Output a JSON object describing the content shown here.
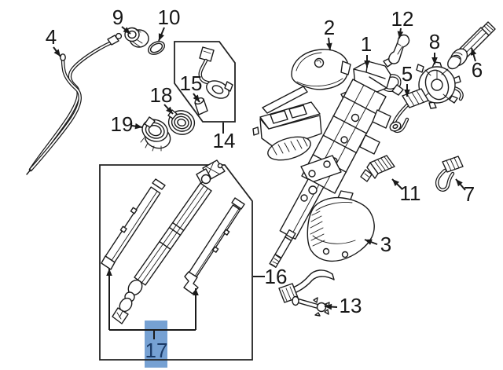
{
  "colors": {
    "background": "#ffffff",
    "line": "#1a1a1a",
    "highlight_fill": "#76a1d3",
    "highlight_text": "#1b3a66"
  },
  "selected_callout": "17",
  "callouts": [
    {
      "number": "1"
    },
    {
      "number": "2"
    },
    {
      "number": "3"
    },
    {
      "number": "4"
    },
    {
      "number": "5"
    },
    {
      "number": "6"
    },
    {
      "number": "7"
    },
    {
      "number": "8"
    },
    {
      "number": "9"
    },
    {
      "number": "10"
    },
    {
      "number": "11"
    },
    {
      "number": "12"
    },
    {
      "number": "13"
    },
    {
      "number": "14"
    },
    {
      "number": "15"
    },
    {
      "number": "16"
    },
    {
      "number": "17"
    },
    {
      "number": "18"
    },
    {
      "number": "19"
    }
  ]
}
